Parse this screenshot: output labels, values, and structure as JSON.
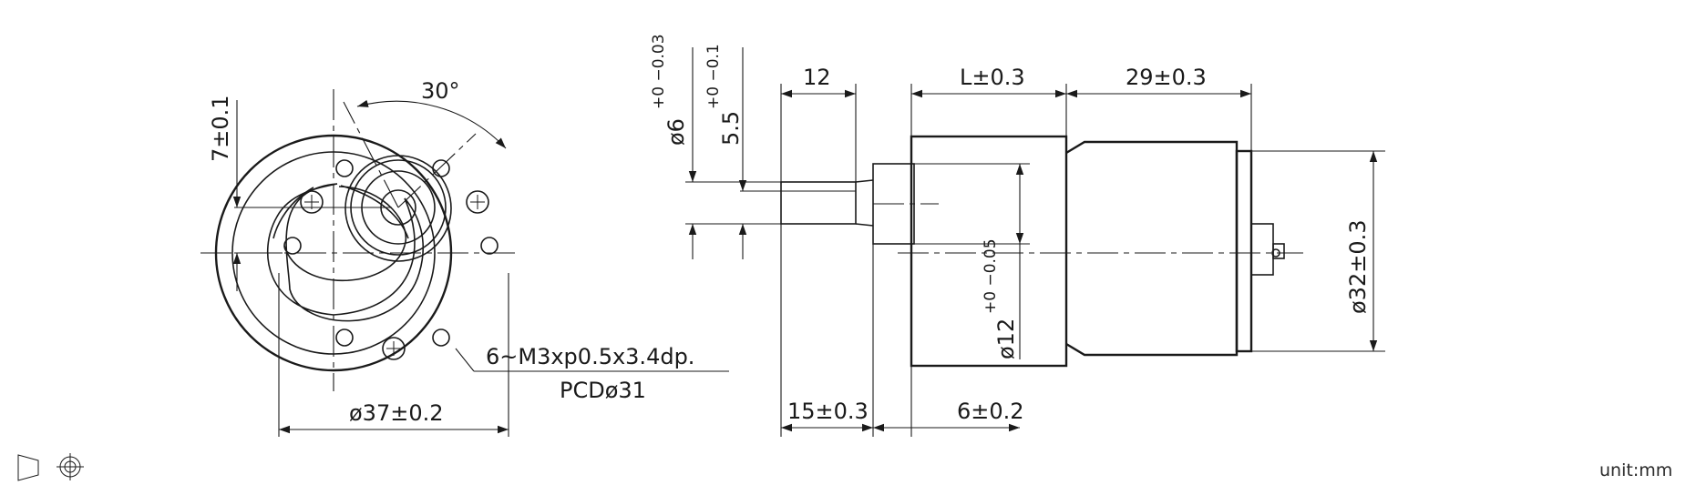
{
  "labels": {
    "angle": "30°",
    "front_offset": "7±0.1",
    "front_diameter": "ø37±0.2",
    "thread_line1": "6~M3xp0.5x3.4dp.",
    "thread_line2": "PCDø31",
    "shaft_diameter": "ø6",
    "shaft_diameter_tol": "+0 −0.03",
    "flat": "5.5",
    "flat_tol": "+0 −0.1",
    "shaft_length": "12",
    "gearbox_length": "L±0.3",
    "motor_length": "29±0.3",
    "boss_diameter": "ø12",
    "boss_diameter_tol": "+0 −0.05",
    "motor_diameter": "ø32±0.3",
    "shaft_ext": "15±0.3",
    "boss_length": "6±0.2"
  },
  "unit": "unit:mm",
  "icons": {
    "projection": "third-angle-projection-icon"
  }
}
